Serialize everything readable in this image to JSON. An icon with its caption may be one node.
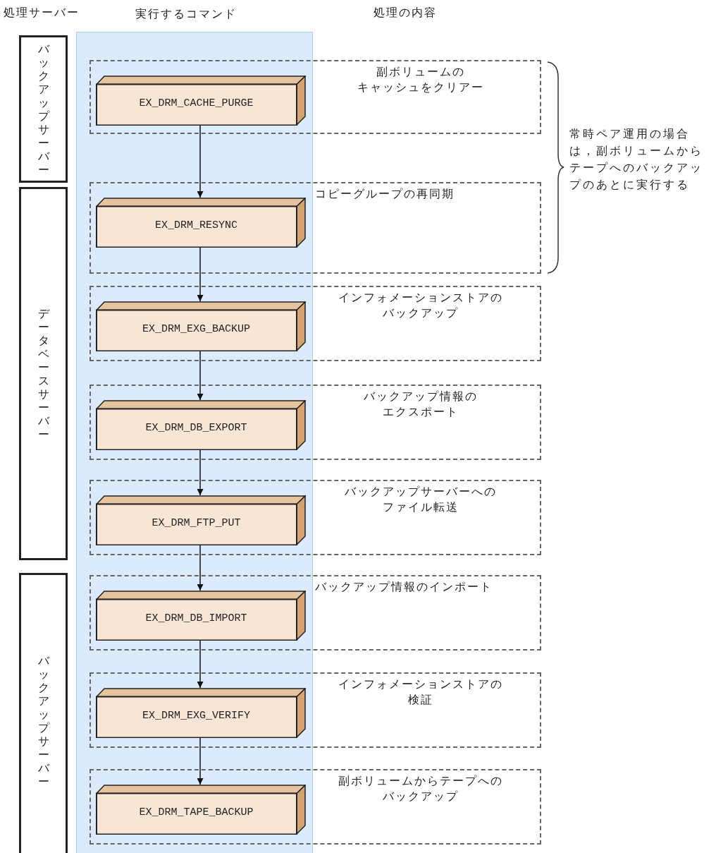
{
  "diagram": {
    "nodes": [
      {
        "text": [
          "バックアップサーバー"
        ]
      },
      {
        "text": [
          "データベースサーバー"
        ]
      },
      {
        "text": [
          "バックアップサーバー"
        ]
      },
      {
        "text": [
          "副ボリュームのキャッシュをクリアー"
        ]
      },
      {
        "text": [
          "EX_DRM_CACHE_PURGE"
        ],
        "in": 3
      },
      {
        "text": [
          "コピーグループの再同期"
        ]
      },
      {
        "text": [
          "EX_DRM_RESYNC"
        ],
        "in": 5
      },
      {
        "text": [
          "インフォメーションストアのバックアップ"
        ]
      },
      {
        "text": [
          "EX_DRM_EXG_BACKUP"
        ],
        "in": 7
      },
      {
        "text": [
          "バックアップ情報のエクスポート"
        ]
      },
      {
        "text": [
          "EX_DRM_DB_EXPORT"
        ],
        "in": 9
      },
      {
        "text": [
          "バックアップサーバーへのファイル転送"
        ]
      },
      {
        "text": [
          "EX_DRM_FTP_PUT"
        ],
        "in": 11
      },
      {
        "text": [
          "バックアップ情報のインポート"
        ]
      },
      {
        "text": [
          "EX_DRM_DB_IMPORT"
        ],
        "in": 13
      },
      {
        "text": [
          "インフォメーションストアの検証"
        ]
      },
      {
        "text": [
          "EX_DRM_EXG_VERIFY"
        ],
        "in": 15
      },
      {
        "text": [
          "副ボリュームからテープへのバックアップ"
        ]
      },
      {
        "text": [
          "EX_DRM_TAPE_BACKUP"
        ],
        "in": 17
      }
    ],
    "edges": [
      {
        "from": 4,
        "to": 6,
        "arrow": "to"
      },
      {
        "from": 6,
        "to": 8,
        "arrow": "to"
      },
      {
        "from": 8,
        "to": 10,
        "arrow": "to"
      },
      {
        "from": 10,
        "to": 12,
        "arrow": "to"
      },
      {
        "from": 12,
        "to": 14,
        "arrow": "to"
      },
      {
        "from": 14,
        "to": 16,
        "arrow": "to"
      },
      {
        "from": 16,
        "to": 18,
        "arrow": "to"
      }
    ],
    "labels": [
      "処理サーバー",
      "実行するコマンド",
      "処理の内容",
      "常時ペア運用の場合は，副ボリュームからテープへのバックアップのあとに実行する"
    ]
  }
}
